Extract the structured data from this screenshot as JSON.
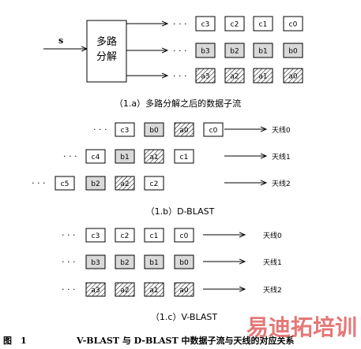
{
  "panel_a": {
    "input_label": "s",
    "demux_label_line1": "多路",
    "demux_label_line2": "分解",
    "rows": [
      {
        "ellipsis": "· · ·",
        "cells": [
          {
            "label": "c3",
            "fill": "white"
          },
          {
            "label": "c2",
            "fill": "white"
          },
          {
            "label": "c1",
            "fill": "white"
          },
          {
            "label": "c0",
            "fill": "white"
          }
        ]
      },
      {
        "ellipsis": "· · ·",
        "cells": [
          {
            "label": "b3",
            "fill": "gray"
          },
          {
            "label": "b2",
            "fill": "gray"
          },
          {
            "label": "b1",
            "fill": "gray"
          },
          {
            "label": "b0",
            "fill": "gray"
          }
        ]
      },
      {
        "ellipsis": "· · ·",
        "cells": [
          {
            "label": "a3",
            "fill": "hatch"
          },
          {
            "label": "a2",
            "fill": "hatch"
          },
          {
            "label": "a1",
            "fill": "hatch"
          },
          {
            "label": "a0",
            "fill": "hatch"
          }
        ]
      }
    ],
    "caption": "（1.a）多路分解之后的数据子流"
  },
  "panel_b": {
    "rows": [
      {
        "ellipsis": "· · ·",
        "cells": [
          {
            "label": "c3",
            "fill": "white"
          },
          {
            "label": "b0",
            "fill": "gray"
          },
          {
            "label": "a0",
            "fill": "hatch"
          },
          {
            "label": "c0",
            "fill": "white"
          }
        ],
        "antenna": "天线0"
      },
      {
        "ellipsis": "· · ·",
        "cells": [
          {
            "label": "c4",
            "fill": "white"
          },
          {
            "label": "b1",
            "fill": "gray"
          },
          {
            "label": "a1",
            "fill": "hatch"
          },
          {
            "label": "c1",
            "fill": "white"
          }
        ],
        "antenna": "天线1"
      },
      {
        "ellipsis": "· · ·",
        "cells": [
          {
            "label": "c5",
            "fill": "white"
          },
          {
            "label": "b2",
            "fill": "gray"
          },
          {
            "label": "a2",
            "fill": "hatch"
          },
          {
            "label": "c2",
            "fill": "white"
          }
        ],
        "antenna": "天线2"
      }
    ],
    "caption": "（1.b）D-BLAST"
  },
  "panel_c": {
    "rows": [
      {
        "ellipsis": "· · ·",
        "cells": [
          {
            "label": "c3",
            "fill": "white"
          },
          {
            "label": "c2",
            "fill": "white"
          },
          {
            "label": "c1",
            "fill": "white"
          },
          {
            "label": "c0",
            "fill": "white"
          }
        ],
        "antenna": "天线0"
      },
      {
        "ellipsis": "· · ·",
        "cells": [
          {
            "label": "b3",
            "fill": "gray"
          },
          {
            "label": "b2",
            "fill": "gray"
          },
          {
            "label": "b1",
            "fill": "gray"
          },
          {
            "label": "b0",
            "fill": "gray"
          }
        ],
        "antenna": "天线1"
      },
      {
        "ellipsis": "· · ·",
        "cells": [
          {
            "label": "a3",
            "fill": "hatch"
          },
          {
            "label": "a2",
            "fill": "hatch"
          },
          {
            "label": "a1",
            "fill": "hatch"
          },
          {
            "label": "a0",
            "fill": "hatch"
          }
        ],
        "antenna": "天线2"
      }
    ],
    "caption": "（1.c）V-BLAST"
  },
  "figure_caption": {
    "label": "图　1",
    "text": "V-BLAST 与 D-BLAST 中数据子流与天线的对应关系"
  },
  "watermark": "易迪拓培训",
  "colors": {
    "gray_fill": "#d9d9d9",
    "line": "#000000",
    "watermark": "#e06060"
  }
}
